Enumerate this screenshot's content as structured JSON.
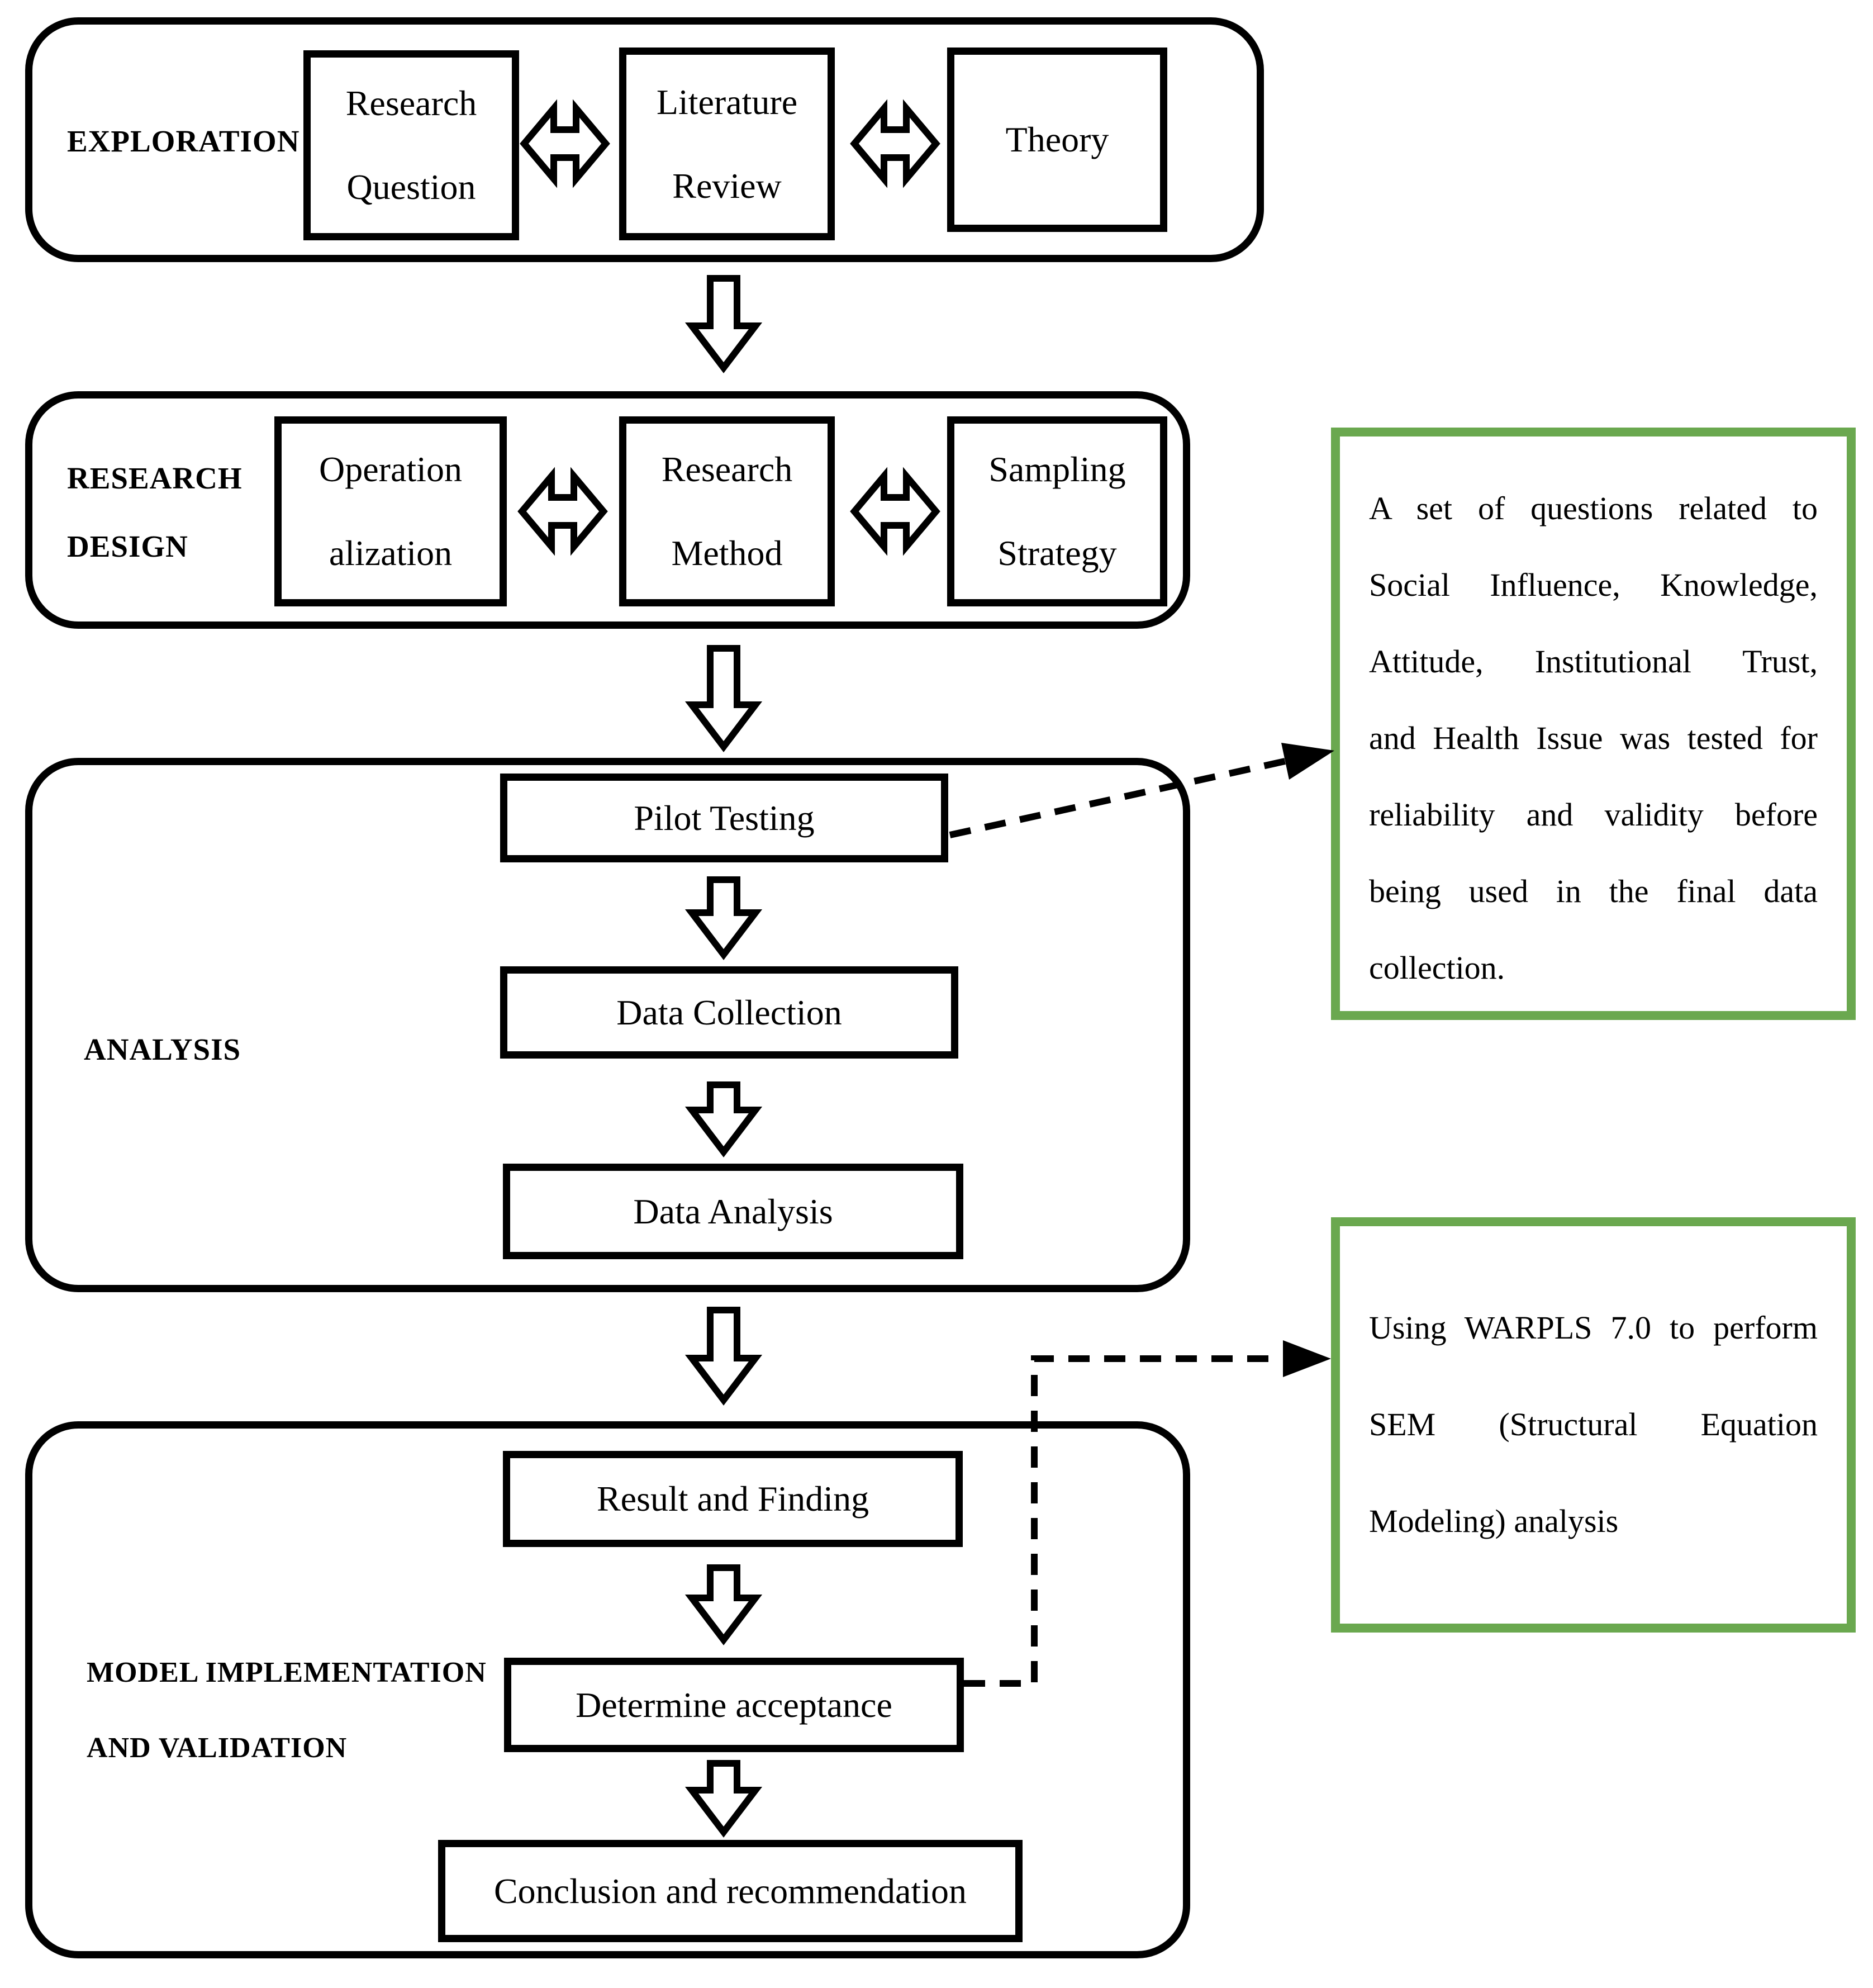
{
  "figure": {
    "sections": [
      {
        "label": "EXPLORATION",
        "boxes": [
          "Research Question",
          "Literature Review",
          "Theory"
        ]
      },
      {
        "label": "RESEARCH DESIGN",
        "boxes": [
          "Operation alization",
          "Research Method",
          "Sampling Strategy"
        ]
      },
      {
        "label": "ANALYSIS",
        "boxes": [
          "Pilot Testing",
          "Data Collection",
          "Data Analysis"
        ]
      },
      {
        "label": "MODEL IMPLEMENTATION AND VALIDATION",
        "boxes": [
          "Result and Finding",
          "Determine acceptance",
          "Conclusion and recommendation"
        ]
      }
    ],
    "annotations": [
      {
        "lines": [
          "A set of questions related to",
          "Social Influence, Knowledge,",
          "Attitude, Institutional Trust,",
          "and Health Issue was tested for",
          "reliability and validity before",
          "being used in the final data",
          "collection."
        ]
      },
      {
        "lines": [
          "Using WARPLS 7.0 to perform",
          "SEM (Structural Equation",
          "Modeling) analysis"
        ]
      }
    ],
    "colors": {
      "annotation_border": "#6aa84f",
      "stroke": "#000000",
      "background": "#ffffff"
    }
  }
}
